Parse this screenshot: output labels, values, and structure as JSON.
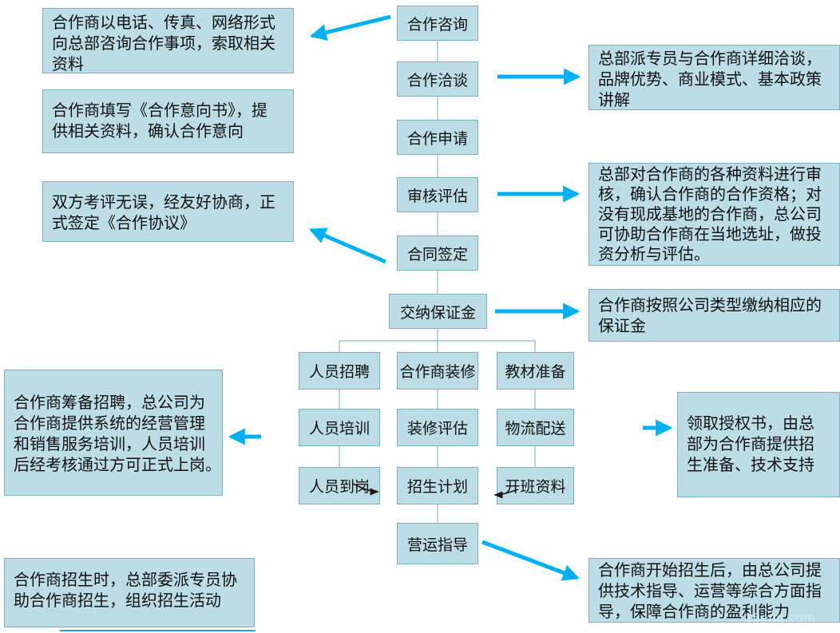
{
  "watermark": "16eng.com",
  "colors": {
    "box_fill": "#BCDDE6",
    "box_border": "#7FB1C2",
    "connector": "#8FB9C6",
    "arrow_accent": "#00B0F0",
    "small_arrow": "#1a1a1a",
    "text": "#111111"
  },
  "flow": {
    "main": [
      "合作咨询",
      "合作洽谈",
      "合作申请",
      "审核评估",
      "合同签定",
      "交纳保证金",
      "营运指导"
    ],
    "grid": [
      [
        "人员招聘",
        "合作商装修",
        "教材准备"
      ],
      [
        "人员培训",
        "装修评估",
        "物流配送"
      ],
      [
        "人员到岗",
        "招生计划",
        "开班资料"
      ]
    ],
    "left_notes": [
      "合作商以电话、传真、网络形式\n向总部咨询合作事项，索取相关\n资料",
      "合作商填写《合作意向书》，提\n供相关资料，确认合作意向",
      "双方考评无误，经友好协商，正\n式签定《合作协议》",
      "合作商筹备招聘，总公司为\n合作商提供系统的经营管理\n和销售服务培训，人员培训\n后经考核通过方可正式上岗。",
      "合作商招生时，总部委派专员协\n助合作商招生，组织招生活动"
    ],
    "right_notes": [
      "总部派专员与合作商详细洽谈，\n品牌优势、商业模式、基本政策\n讲解",
      "总部对合作商的各种资料进行审\n核，确认合作商的合作资格；对\n没有现成基地的合作商，总公司\n可协助合作商在当地选址，做投\n资分析与评估。",
      "合作商按照公司类型缴纳相应的\n保证金",
      "领取授权书，由总\n部为合作商提供招\n生准备、技术支持",
      "合作商开始招生后，由总公司提\n供技术指导、运营等综合方面指\n导，保障合作商的盈利能力"
    ]
  }
}
